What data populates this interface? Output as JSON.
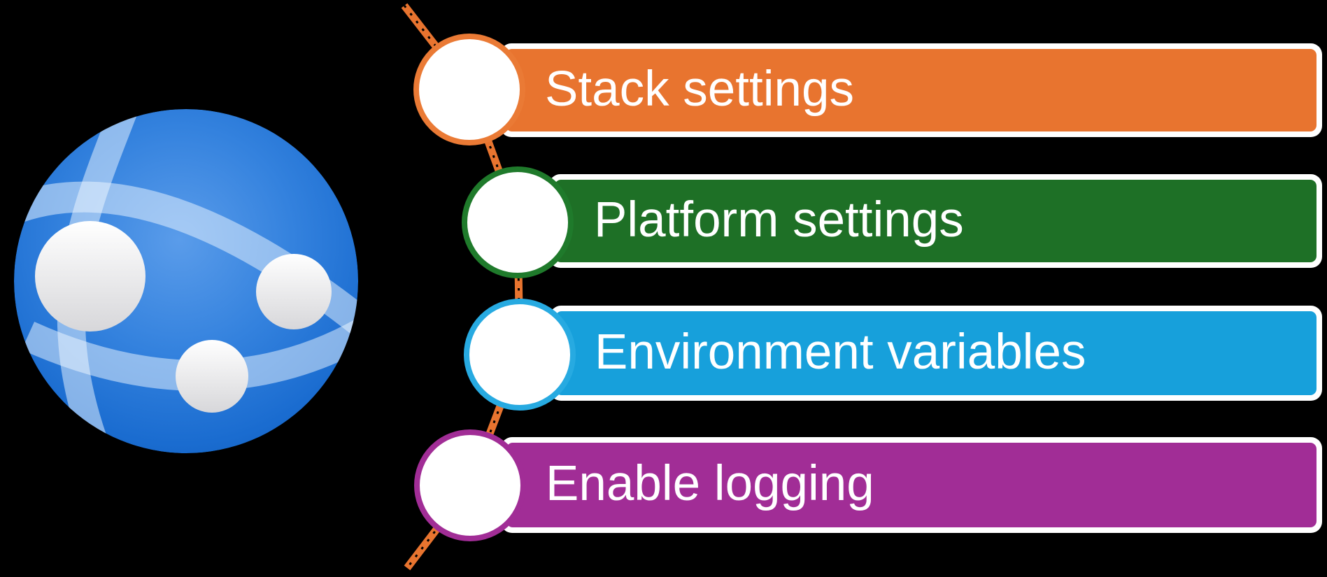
{
  "diagram": {
    "background": "#000000",
    "border_color": "#FFFFFF",
    "text_color": "#FFFFFF",
    "icon": {
      "name": "azure-app-service-globe-icon",
      "sphere_gradient": [
        "#5A9CEA",
        "#3482DE",
        "#1A6CD0",
        "#0F5CB8"
      ],
      "band_color": "rgba(240,248,255,0.5)",
      "node_color_top": "#FFFFFF",
      "node_color_bottom": "#D7D7DA"
    },
    "connector": {
      "color": "#E8742F",
      "dash_color": "#000000"
    },
    "steps": [
      {
        "label": "Stack settings",
        "color": "#E8742F",
        "ring_color": "#EA7A35"
      },
      {
        "label": "Platform settings",
        "color": "#1E7026",
        "ring_color": "#1F7A2B"
      },
      {
        "label": "Environment variables",
        "color": "#17A0DB",
        "ring_color": "#27AAE1"
      },
      {
        "label": "Enable logging",
        "color": "#A12D96",
        "ring_color": "#A12D96"
      }
    ]
  }
}
